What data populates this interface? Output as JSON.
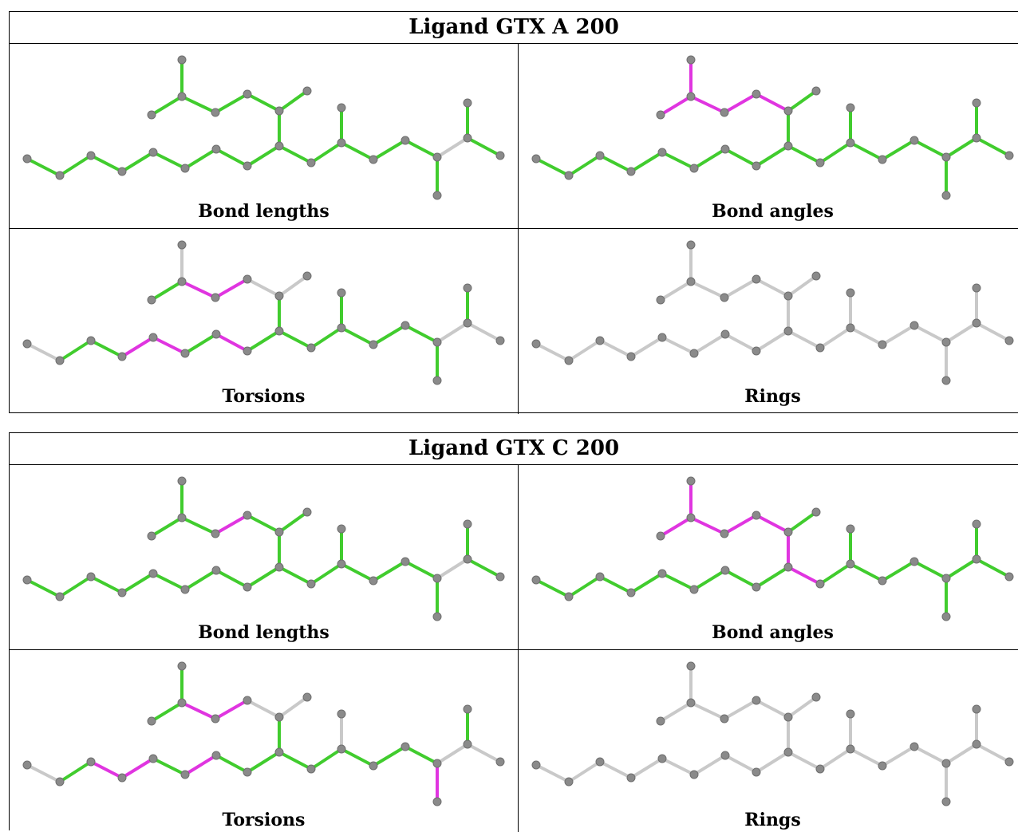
{
  "colors": {
    "ok": "#41cc2e",
    "outlier": "#e035e0",
    "none": "#c9c9c9",
    "atom": "#8a8a8a"
  },
  "panels": [
    {
      "title": "Ligand GTX A 200",
      "cells": [
        {
          "caption": "Bond lengths",
          "edges": [
            "g",
            "g",
            "g",
            "g",
            "g",
            "g",
            "g",
            "g",
            "g",
            "g",
            "g",
            "g",
            "g",
            "g",
            "g",
            "g",
            "g",
            "n",
            "g",
            "g",
            "g",
            "g",
            "g",
            "g",
            "g"
          ]
        },
        {
          "caption": "Bond angles",
          "edges": [
            "g",
            "g",
            "g",
            "g",
            "g",
            "g",
            "g",
            "g",
            "g",
            "g",
            "g",
            "g",
            "g",
            "g",
            "g",
            "g",
            "g",
            "g",
            "g",
            "g",
            "m",
            "m",
            "m",
            "m",
            "m"
          ]
        },
        {
          "caption": "Torsions",
          "edges": [
            "n",
            "g",
            "g",
            "m",
            "m",
            "g",
            "m",
            "g",
            "g",
            "g",
            "g",
            "g",
            "g",
            "g",
            "g",
            "g",
            "g",
            "n",
            "n",
            "n",
            "n",
            "m",
            "m",
            "g",
            "n"
          ]
        },
        {
          "caption": "Rings",
          "edges": [
            "n",
            "n",
            "n",
            "n",
            "n",
            "n",
            "n",
            "n",
            "n",
            "n",
            "n",
            "n",
            "n",
            "n",
            "n",
            "n",
            "n",
            "n",
            "n",
            "n",
            "n",
            "n",
            "n",
            "n",
            "n"
          ]
        }
      ]
    },
    {
      "title": "Ligand GTX C 200",
      "cells": [
        {
          "caption": "Bond lengths",
          "edges": [
            "g",
            "g",
            "g",
            "g",
            "g",
            "g",
            "g",
            "g",
            "g",
            "g",
            "g",
            "g",
            "g",
            "g",
            "g",
            "g",
            "g",
            "n",
            "g",
            "g",
            "g",
            "m",
            "g",
            "g",
            "g"
          ]
        },
        {
          "caption": "Bond angles",
          "edges": [
            "g",
            "g",
            "g",
            "g",
            "g",
            "g",
            "g",
            "g",
            "m",
            "g",
            "g",
            "g",
            "g",
            "g",
            "g",
            "m",
            "g",
            "g",
            "g",
            "g",
            "m",
            "m",
            "m",
            "m",
            "m"
          ]
        },
        {
          "caption": "Torsions",
          "edges": [
            "n",
            "g",
            "m",
            "m",
            "g",
            "m",
            "g",
            "g",
            "g",
            "g",
            "g",
            "g",
            "g",
            "m",
            "n",
            "g",
            "g",
            "n",
            "n",
            "n",
            "n",
            "m",
            "m",
            "g",
            "g"
          ]
        },
        {
          "caption": "Rings",
          "edges": [
            "n",
            "n",
            "n",
            "n",
            "n",
            "n",
            "n",
            "n",
            "n",
            "n",
            "n",
            "n",
            "n",
            "n",
            "n",
            "n",
            "n",
            "n",
            "n",
            "n",
            "n",
            "n",
            "n",
            "n",
            "n"
          ]
        }
      ]
    }
  ]
}
